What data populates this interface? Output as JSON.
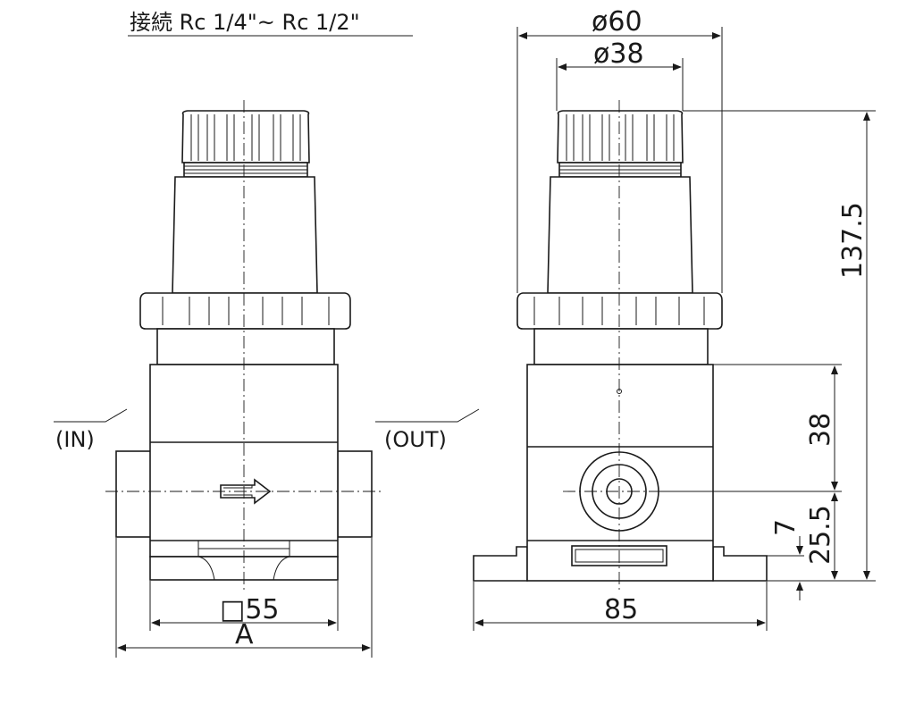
{
  "title": "接続 Rc 1/4\"~ Rc 1/2\"",
  "labels": {
    "in": "(IN)",
    "out": "(OUT)",
    "square55": "□55",
    "a": "A",
    "d60": "ø60",
    "d38": "ø38",
    "h137": "137.5",
    "h38": "38",
    "h7": "7",
    "h25": "25.5",
    "w85": "85"
  },
  "icons": [
    "flow-arrow-icon"
  ],
  "colors": {
    "line": "#1a1a1a",
    "background": "#ffffff"
  }
}
